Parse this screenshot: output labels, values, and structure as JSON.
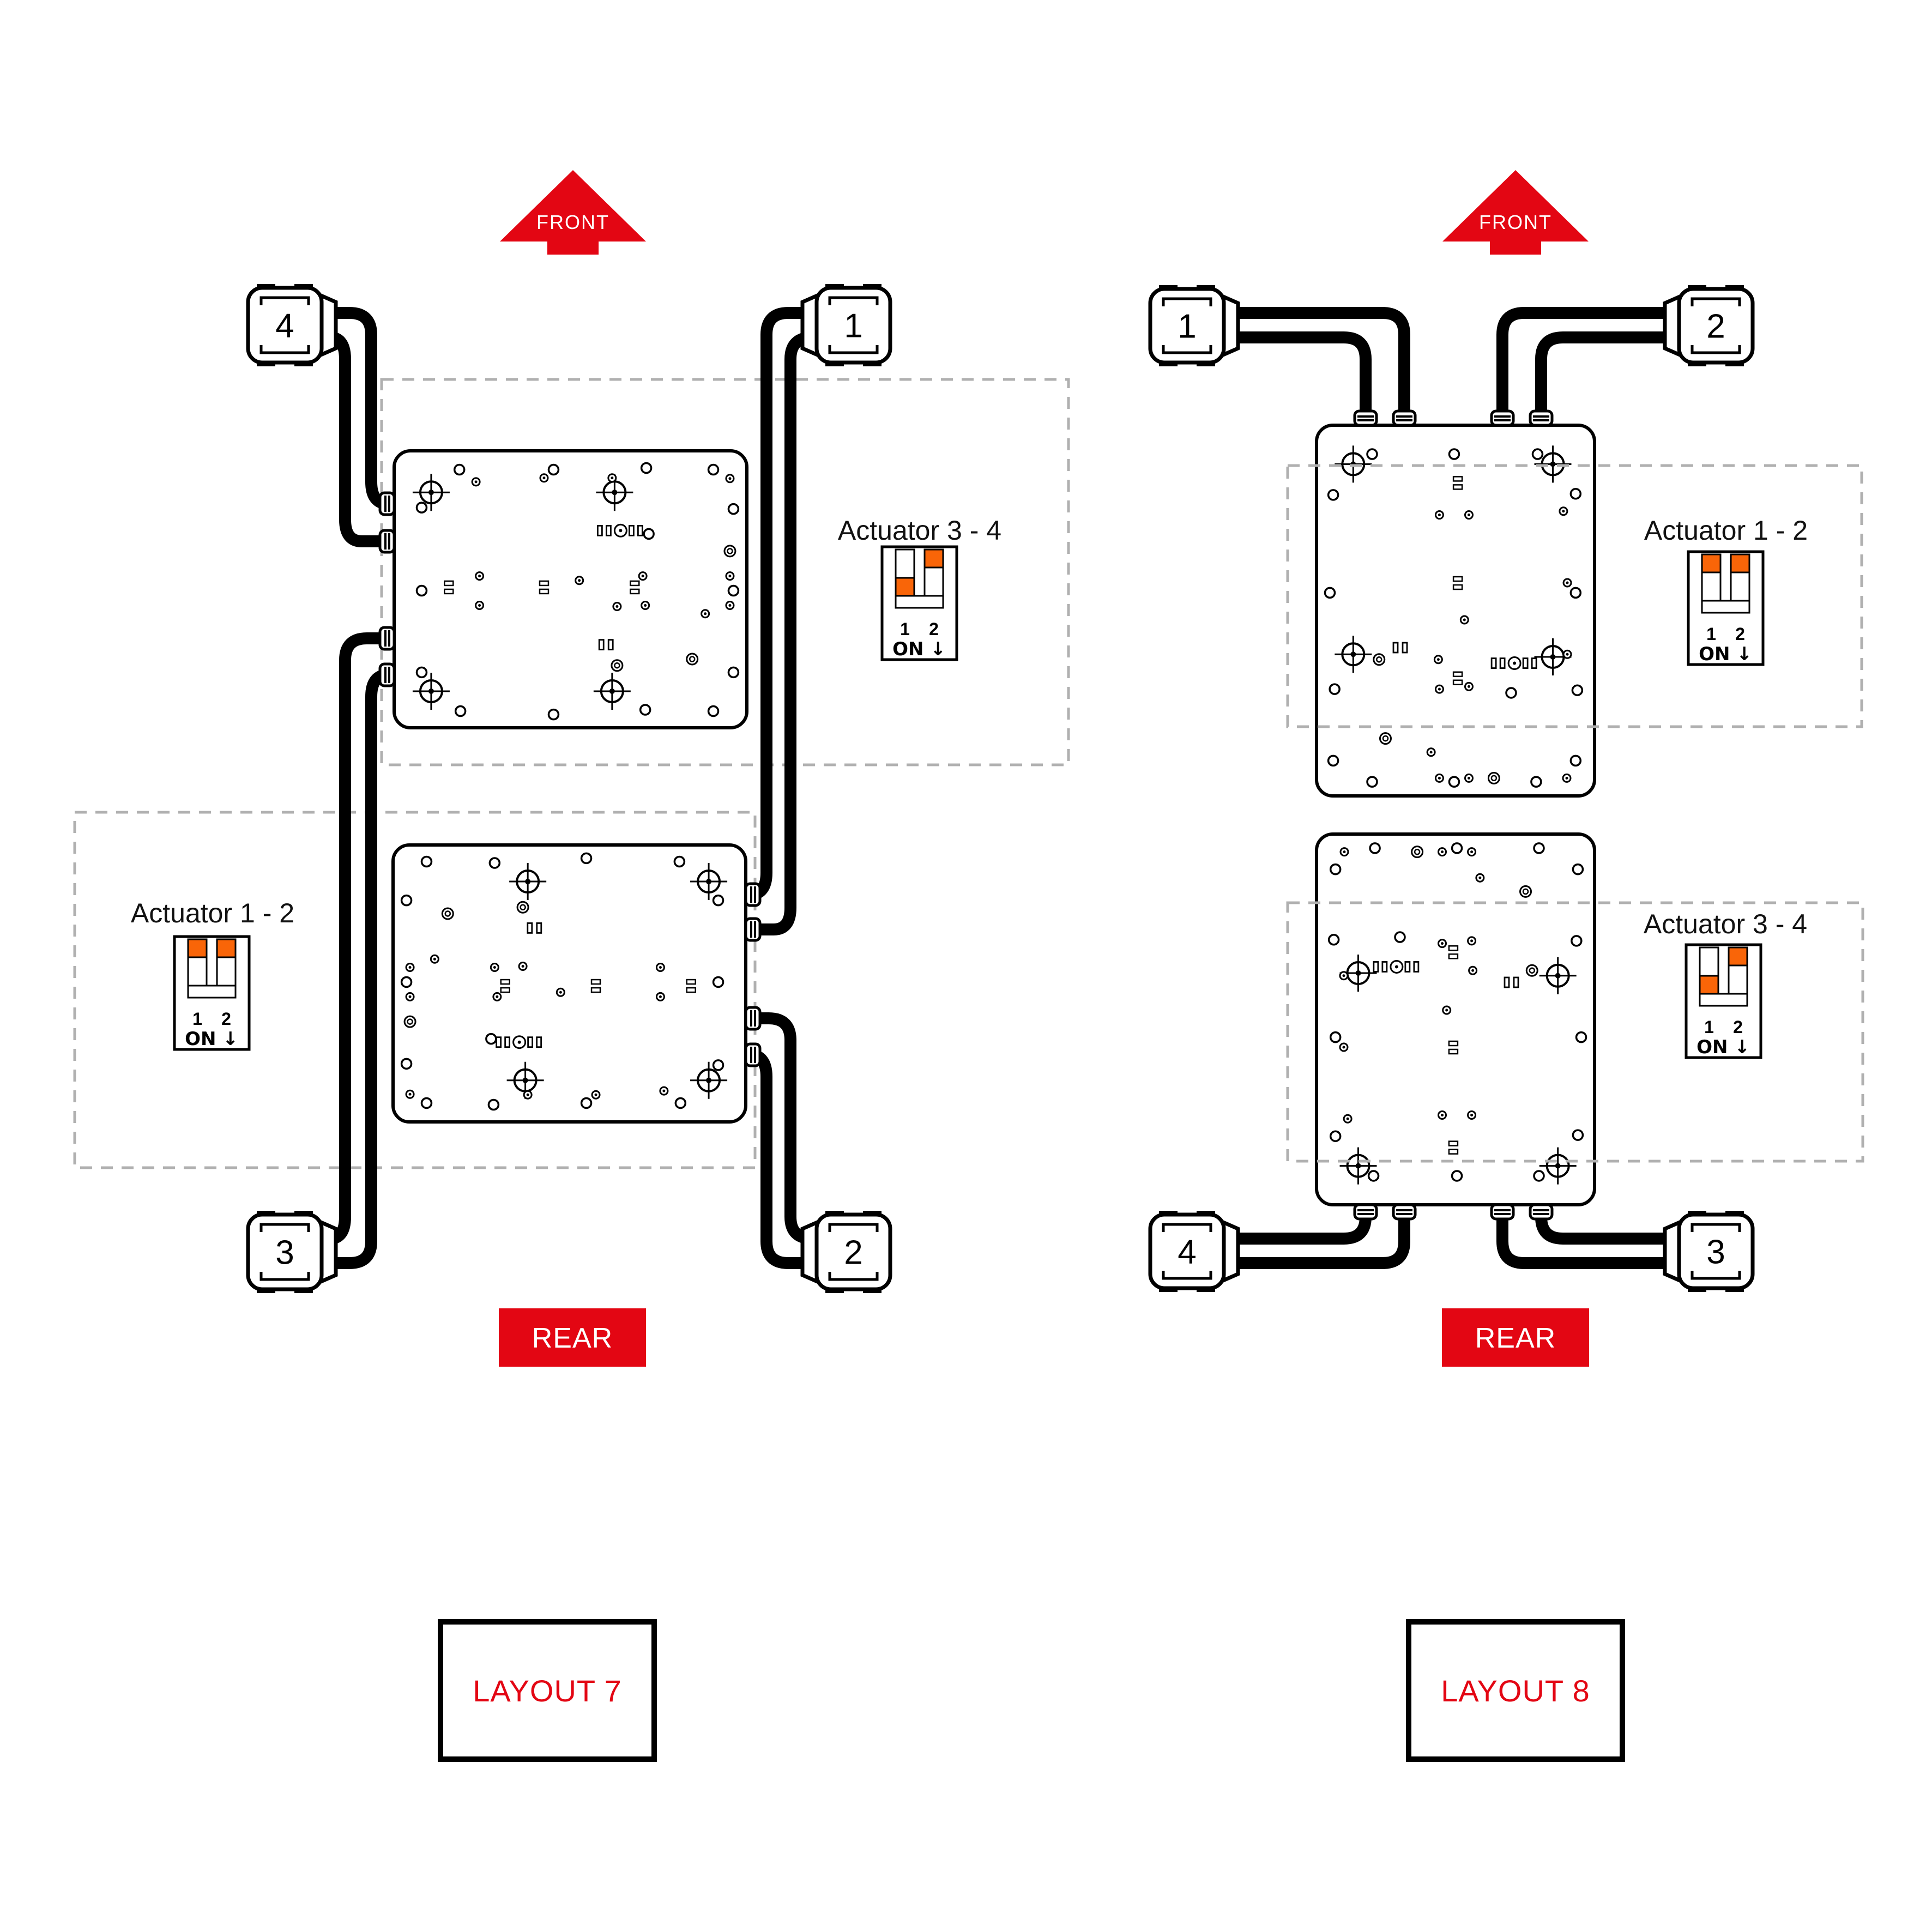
{
  "colors": {
    "accent_red": "#E30613",
    "switch_orange": "#F96508",
    "line_black": "#000000",
    "dash_gray": "#B0B0B0"
  },
  "layouts": [
    {
      "title": "LAYOUT 7",
      "front_label": "FRONT",
      "rear_label": "REAR",
      "connectors": [
        {
          "number": "4"
        },
        {
          "number": "1"
        },
        {
          "number": "3"
        },
        {
          "number": "2"
        }
      ],
      "zones": [
        {
          "label": "Actuator 3 - 4",
          "dip": {
            "pin_labels": [
              "1",
              "2"
            ],
            "on_label": "ON ↓",
            "switches_on": [
              true,
              false
            ]
          }
        },
        {
          "label": "Actuator 1 - 2",
          "dip": {
            "pin_labels": [
              "1",
              "2"
            ],
            "on_label": "ON ↓",
            "switches_on": [
              false,
              false
            ]
          }
        }
      ]
    },
    {
      "title": "LAYOUT 8",
      "front_label": "FRONT",
      "rear_label": "REAR",
      "connectors": [
        {
          "number": "1"
        },
        {
          "number": "2"
        },
        {
          "number": "4"
        },
        {
          "number": "3"
        }
      ],
      "zones": [
        {
          "label": "Actuator 1 - 2",
          "dip": {
            "pin_labels": [
              "1",
              "2"
            ],
            "on_label": "ON ↓",
            "switches_on": [
              false,
              false
            ]
          }
        },
        {
          "label": "Actuator 3 - 4",
          "dip": {
            "pin_labels": [
              "1",
              "2"
            ],
            "on_label": "ON ↓",
            "switches_on": [
              true,
              false
            ]
          }
        }
      ]
    }
  ]
}
